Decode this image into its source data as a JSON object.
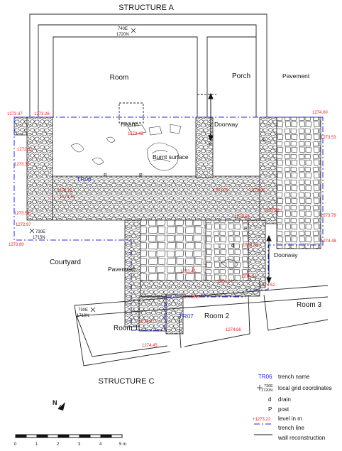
{
  "structures": {
    "a": "STRUCTURE A",
    "c": "STRUCTURE C"
  },
  "rooms": {
    "room": "Room",
    "porch": "Porch",
    "pavement_ne": "Pavement",
    "hearth": "Hearth",
    "burnt_surface": "Burnt surface",
    "doorway_1": "Doorway",
    "doorway_2": "Doorway",
    "courtyard": "Courtyard",
    "pavement_mid": "Pavement",
    "room_1": "Room 1",
    "room_2": "Room 2",
    "room_3": "Room 3"
  },
  "trenches": {
    "tr06": "TR06",
    "tr07": "TR07"
  },
  "grid_coords": {
    "c1": [
      "740E",
      "1720N"
    ],
    "c2": [
      "730E",
      "1715N"
    ],
    "c3": [
      "730E",
      "1710N"
    ]
  },
  "levels": [
    "1273.37",
    "1273.26",
    "1273.43",
    "1274.00",
    "1273.53",
    "1272.82",
    "1273.30",
    "1273.22",
    "1273.44",
    "1273.28",
    "1273.96",
    "1273.79",
    "1273.54",
    "1272.97",
    "1273.80",
    "1274.48",
    "1273.63",
    "1273.84",
    "1273.92",
    "1274.12",
    "1274.24",
    "1274.52",
    "1273.71",
    "1274.66",
    "1274.45",
    "1273.45",
    "1273.85"
  ],
  "markers": {
    "p": "P",
    "d": "d"
  },
  "legend": {
    "tr_sample": "TR06",
    "trench_name": "trench name",
    "coord_sample": [
      "730E",
      "1720N"
    ],
    "local_grid": "local grid coordinates",
    "d_sample": "d",
    "drain": "drain",
    "p_sample": "P",
    "post": "post",
    "level_sample": "+1273.22",
    "level": "level in m",
    "trench_line": "trench line",
    "wall_reconstruction": "wall reconstruction"
  },
  "north": "N",
  "scale": {
    "ticks": [
      "0",
      "1",
      "2",
      "3",
      "4",
      "5 m"
    ]
  },
  "colors": {
    "level_red": "#e0201e",
    "trench_blue": "#2a2ad0",
    "ink": "#111111"
  }
}
